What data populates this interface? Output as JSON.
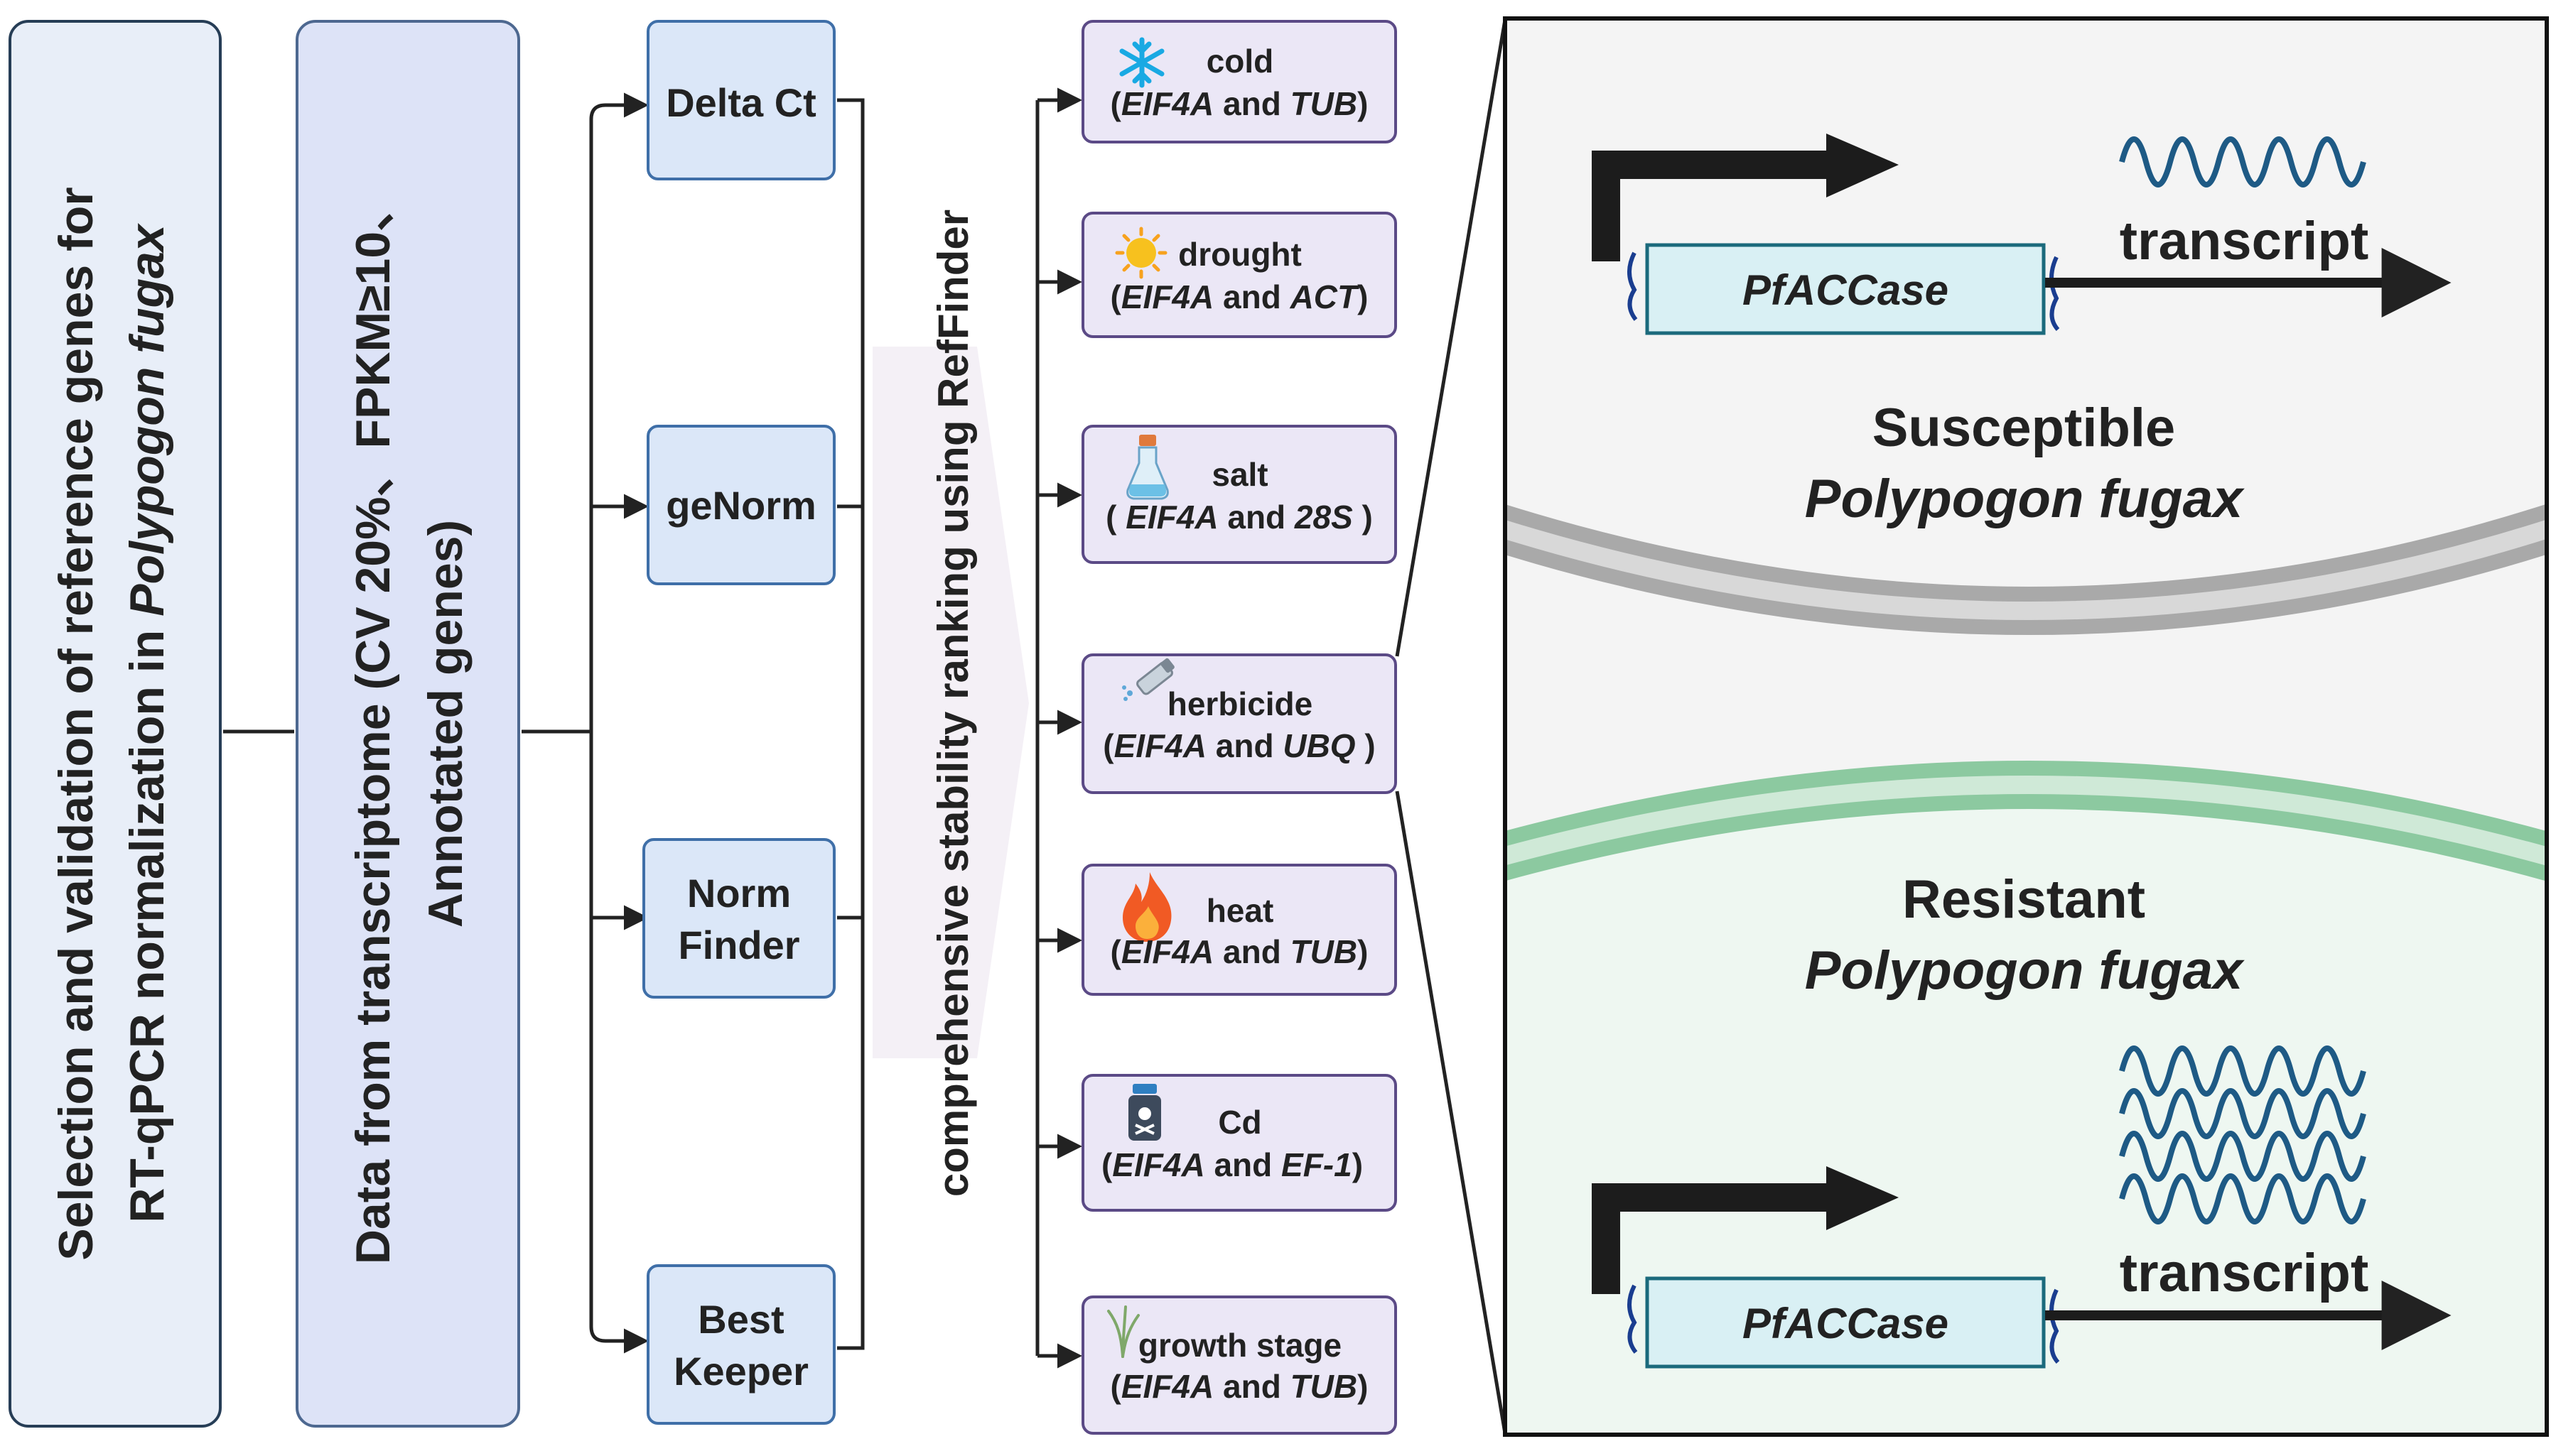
{
  "title_box": {
    "line1": "Selection and validation of reference genes for",
    "line2_prefix": "RT-qPCR normalization in ",
    "line2_species": "Polypogon fugax"
  },
  "data_box": {
    "line1": "Data from transcriptome (CV 20%、FPKM≥10、",
    "line2": "Annotated genes)"
  },
  "methods": [
    {
      "line1": "Delta Ct",
      "line2": ""
    },
    {
      "line1": "geNorm",
      "line2": ""
    },
    {
      "line1": "Norm",
      "line2": "Finder"
    },
    {
      "line1": "Best",
      "line2": "Keeper"
    }
  ],
  "refinder_label": "comprehensive stability ranking using RefFinder",
  "conditions": [
    {
      "name": "cold",
      "icon": "snowflake-icon",
      "open": "(",
      "gene1": "EIF4A",
      "and": " and ",
      "gene2": "TUB",
      "close": ")"
    },
    {
      "name": "drought",
      "icon": "sun-icon",
      "open": "(",
      "gene1": "EIF4A",
      "and": " and ",
      "gene2": "ACT",
      "close": ")"
    },
    {
      "name": "salt",
      "icon": "flask-icon",
      "open": "( ",
      "gene1": "EIF4A",
      "and": " and ",
      "gene2": "28S",
      "close": " )"
    },
    {
      "name": "herbicide",
      "icon": "sprayer-icon",
      "open": "(",
      "gene1": "EIF4A",
      "and": " and ",
      "gene2": "UBQ",
      "close": " )"
    },
    {
      "name": "heat",
      "icon": "flame-icon",
      "open": "(",
      "gene1": "EIF4A",
      "and": " and ",
      "gene2": "TUB",
      "close": ")"
    },
    {
      "name": "Cd",
      "icon": "poison-bottle-icon",
      "open": "(",
      "gene1": "EIF4A",
      "and": " and ",
      "gene2": "EF-1",
      "close": ")"
    },
    {
      "name": "growth stage",
      "icon": "grass-icon",
      "open": "(",
      "gene1": "EIF4A",
      "and": " and ",
      "gene2": "TUB",
      "close": ")"
    }
  ],
  "susceptible": {
    "gene": "PfACCase",
    "transcript_label": "transcript",
    "label_line1": "Susceptible",
    "label_line2": "Polypogon fugax"
  },
  "resistant": {
    "gene": "PfACCase",
    "transcript_label": "transcript",
    "label_line1": "Resistant",
    "label_line2": "Polypogon fugax"
  },
  "colors": {
    "title_box_fill": "#e8eef8",
    "data_box_fill": "#dde3f7",
    "method_fill": "#dbe7f8",
    "condition_fill": "#ebe7f6",
    "condition_stroke": "#5b4a86",
    "gene_fill": "#d9f0f4",
    "wave": "#1e5a85",
    "resistant_fill": "#eef7f1",
    "membrane_green": "#8cc9a0",
    "membrane_gray": "#b5b5b5"
  }
}
